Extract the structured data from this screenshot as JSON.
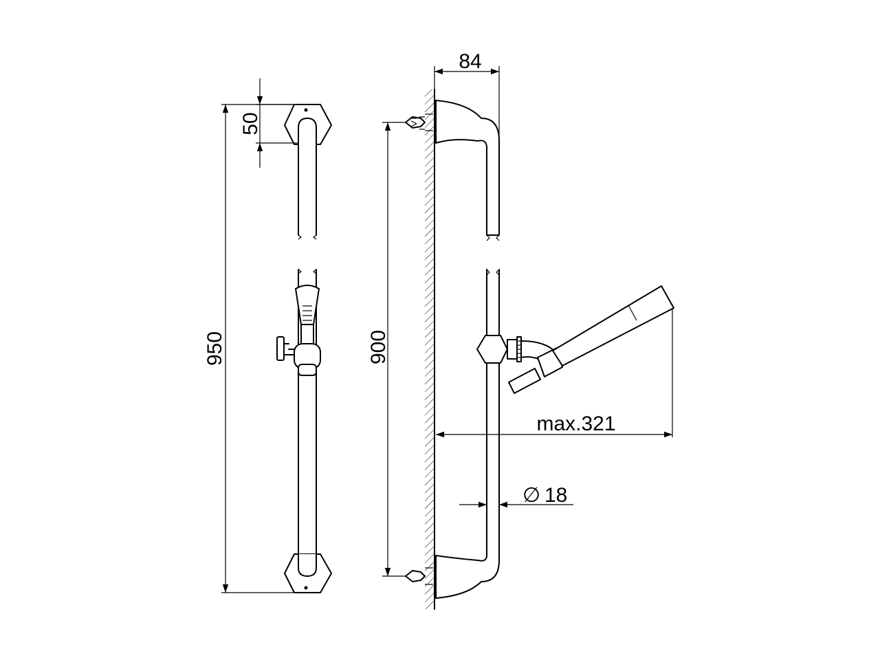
{
  "dimensions": {
    "width_top": "84",
    "bracket_height": "50",
    "total_height": "950",
    "fixing_distance": "900",
    "projection": "max.321",
    "diameter": "18",
    "diameter_symbol": "∅"
  },
  "colors": {
    "line": "#000000",
    "background": "#ffffff"
  }
}
